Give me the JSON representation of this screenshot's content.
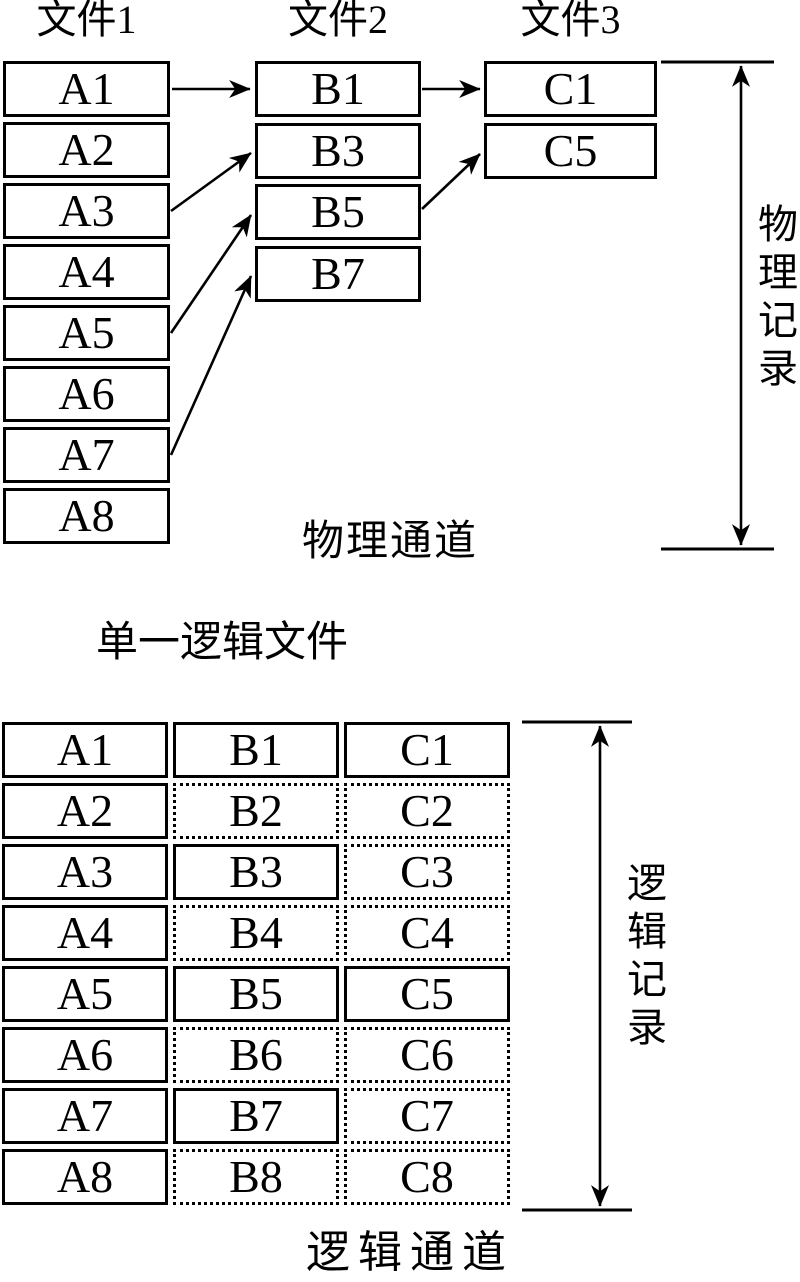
{
  "top_section": {
    "headers": [
      "文件1",
      "文件2",
      "文件3"
    ],
    "file1_records": [
      "A1",
      "A2",
      "A3",
      "A4",
      "A5",
      "A6",
      "A7",
      "A8"
    ],
    "file2_records": [
      "B1",
      "B3",
      "B5",
      "B7"
    ],
    "file3_records": [
      "C1",
      "C5"
    ],
    "links": [
      "A1→B1",
      "A3→B3",
      "A5→B5",
      "A7→B7",
      "B1→C1",
      "B5→C5"
    ],
    "span_label": "物理记录",
    "channel_label": "物理通道"
  },
  "middle": {
    "title": "单一逻辑文件"
  },
  "bottom_section": {
    "rows": [
      {
        "a": {
          "label": "A1",
          "border": "solid"
        },
        "b": {
          "label": "B1",
          "border": "solid"
        },
        "c": {
          "label": "C1",
          "border": "solid"
        }
      },
      {
        "a": {
          "label": "A2",
          "border": "solid"
        },
        "b": {
          "label": "B2",
          "border": "dotted"
        },
        "c": {
          "label": "C2",
          "border": "dotted"
        }
      },
      {
        "a": {
          "label": "A3",
          "border": "solid"
        },
        "b": {
          "label": "B3",
          "border": "solid"
        },
        "c": {
          "label": "C3",
          "border": "dotted"
        }
      },
      {
        "a": {
          "label": "A4",
          "border": "solid"
        },
        "b": {
          "label": "B4",
          "border": "dotted"
        },
        "c": {
          "label": "C4",
          "border": "dotted"
        }
      },
      {
        "a": {
          "label": "A5",
          "border": "solid"
        },
        "b": {
          "label": "B5",
          "border": "solid"
        },
        "c": {
          "label": "C5",
          "border": "solid"
        }
      },
      {
        "a": {
          "label": "A6",
          "border": "solid"
        },
        "b": {
          "label": "B6",
          "border": "dotted"
        },
        "c": {
          "label": "C6",
          "border": "dotted"
        }
      },
      {
        "a": {
          "label": "A7",
          "border": "solid"
        },
        "b": {
          "label": "B7",
          "border": "solid"
        },
        "c": {
          "label": "C7",
          "border": "dotted"
        }
      },
      {
        "a": {
          "label": "A8",
          "border": "solid"
        },
        "b": {
          "label": "B8",
          "border": "dotted"
        },
        "c": {
          "label": "C8",
          "border": "dotted"
        }
      }
    ],
    "span_label": "逻辑记录",
    "channel_label": "逻辑通道"
  },
  "colors": {
    "foreground": "#000000",
    "background": "#ffffff"
  }
}
